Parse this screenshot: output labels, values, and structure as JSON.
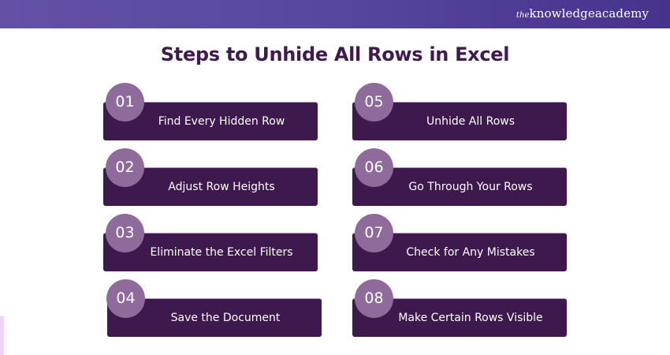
{
  "header": {
    "brand_prefix": "the",
    "brand_name": "knowledgeacademy"
  },
  "title": "Steps to Unhide All Rows in Excel",
  "steps": [
    {
      "number": "01",
      "label": "Find Every Hidden Row"
    },
    {
      "number": "02",
      "label": "Adjust Row Heights"
    },
    {
      "number": "03",
      "label": "Eliminate the Excel Filters"
    },
    {
      "number": "04",
      "label": "Save the Document"
    },
    {
      "number": "05",
      "label": "Unhide All Rows"
    },
    {
      "number": "06",
      "label": "Go Through Your Rows"
    },
    {
      "number": "07",
      "label": "Check for Any Mistakes"
    },
    {
      "number": "08",
      "label": "Make Certain Rows Visible"
    }
  ],
  "colors": {
    "header_gradient_start": "#6451a6",
    "header_gradient_end": "#47328c",
    "title": "#3f1a4f",
    "card": "#3e194d",
    "number_circle": "#8f6b9c"
  }
}
